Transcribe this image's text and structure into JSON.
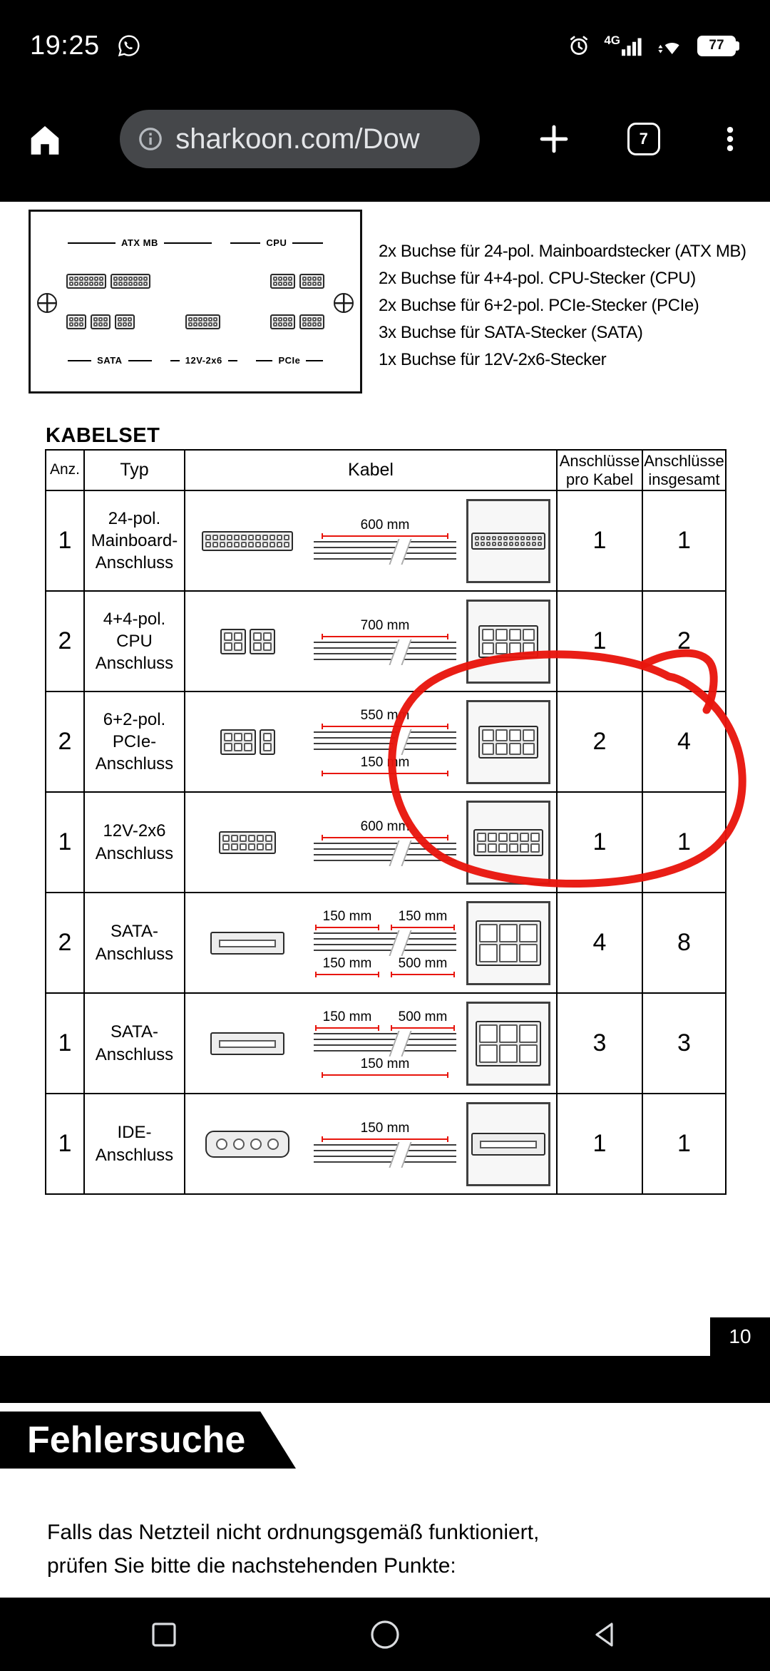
{
  "status_bar": {
    "time": "19:25",
    "network_label": "4G",
    "battery_percent": "77"
  },
  "browser": {
    "url": "sharkoon.com/Dow",
    "tab_count": "7"
  },
  "doc": {
    "psu_figure": {
      "label_atx": "ATX MB",
      "label_cpu": "CPU",
      "label_sata": "SATA",
      "label_12v": "12V-2x6",
      "label_pcie": "PCIe"
    },
    "spec_list": [
      "2x Buchse für 24-pol. Mainboardstecker (ATX MB)",
      "2x Buchse für 4+4-pol. CPU-Stecker (CPU)",
      "2x Buchse für 6+2-pol. PCIe-Stecker (PCIe)",
      "3x Buchse für SATA-Stecker (SATA)",
      "1x Buchse für 12V-2x6-Stecker"
    ],
    "kabelset_title": "KABELSET",
    "table": {
      "headers": [
        "Anz.",
        "Typ",
        "Kabel",
        "Anschlüsse\npro Kabel",
        "Anschlüsse\ninsgesamt"
      ],
      "rows": [
        {
          "anz": "1",
          "typ": "24-pol.\nMainboard-\nAnschluss",
          "dims_top": [
            "600 mm"
          ],
          "dims_bottom": [],
          "pro": "1",
          "ges": "1",
          "left_icon": "connector-24pin-icon",
          "right_icon": "connector-24pin-front-icon"
        },
        {
          "anz": "2",
          "typ": "4+4-pol.\nCPU\nAnschluss",
          "dims_top": [
            "700 mm"
          ],
          "dims_bottom": [],
          "pro": "1",
          "ges": "2",
          "left_icon": "connector-4plus4-icon",
          "right_icon": "connector-8pin-front-icon"
        },
        {
          "anz": "2",
          "typ": "6+2-pol.\nPCIe-\nAnschluss",
          "dims_top": [
            "550 mm"
          ],
          "dims_bottom": [
            "150 mm"
          ],
          "pro": "2",
          "ges": "4",
          "left_icon": "connector-6plus2-icon",
          "right_icon": "connector-8pin-front-icon"
        },
        {
          "anz": "1",
          "typ": "12V-2x6\nAnschluss",
          "dims_top": [
            "600 mm"
          ],
          "dims_bottom": [],
          "pro": "1",
          "ges": "1",
          "left_icon": "connector-12pin-icon",
          "right_icon": "connector-12pin-front-icon"
        },
        {
          "anz": "2",
          "typ": "SATA-\nAnschluss",
          "dims_top": [
            "150 mm",
            "150 mm"
          ],
          "dims_bottom": [
            "150 mm",
            "500 mm"
          ],
          "pro": "4",
          "ges": "8",
          "left_icon": "connector-sata-icon",
          "right_icon": "connector-sata-multi-front-icon"
        },
        {
          "anz": "1",
          "typ": "SATA-\nAnschluss",
          "dims_top": [
            "150 mm",
            "500 mm"
          ],
          "dims_bottom": [
            "150 mm"
          ],
          "pro": "3",
          "ges": "3",
          "left_icon": "connector-sata-icon",
          "right_icon": "connector-sata-multi-front-icon"
        },
        {
          "anz": "1",
          "typ": "IDE-\nAnschluss",
          "dims_top": [
            "150 mm"
          ],
          "dims_bottom": [],
          "pro": "1",
          "ges": "1",
          "left_icon": "connector-molex-icon",
          "right_icon": "connector-sata-front-icon"
        }
      ]
    },
    "page_number": "10",
    "section_title": "Fehlersuche",
    "body_lines": [
      "Falls das Netzteil nicht ordnungsgemäß funktioniert,",
      "prüfen Sie bitte die nachstehenden Punkte:"
    ],
    "annotation_color": "#e8150c"
  }
}
